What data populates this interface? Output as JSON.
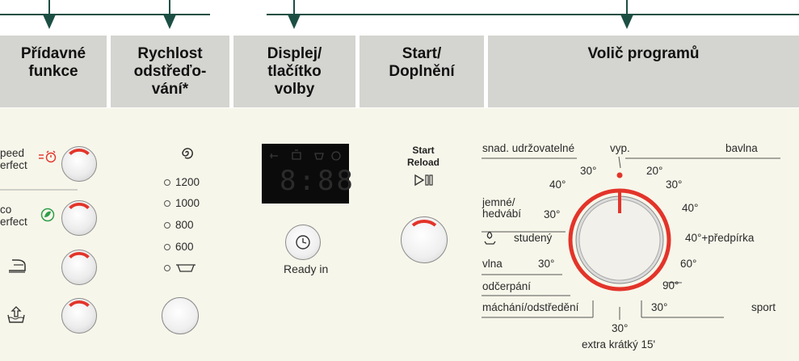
{
  "headers": {
    "additional": "Přídavné funkce",
    "spin": "Rychlost odstřeďo-vání*",
    "display": "Displej/ tlačítko volby",
    "start": "Start/ Doplnění",
    "program": "Volič programů"
  },
  "functions": {
    "speed_perfect_line1": "peed",
    "speed_perfect_line2": "erfect",
    "eco_perfect_line1": "co",
    "eco_perfect_line2": "erfect"
  },
  "spin_options": [
    "1200",
    "1000",
    "800",
    "600"
  ],
  "display": {
    "digits": "8:88",
    "ready_in_label": "Ready in"
  },
  "start": {
    "label_line1": "Start",
    "label_line2": "Reload"
  },
  "program_selector": {
    "labels": {
      "easy_care": "snad. udržovatelné",
      "off": "vyp.",
      "cotton": "bavlna",
      "easy_care_30": "30°",
      "cotton_20": "20°",
      "easy_care_40": "40°",
      "cotton_30": "30°",
      "delicate_line1": "jemné/",
      "delicate_line2": "hedvábí",
      "delicate_30": "30°",
      "cotton_40": "40°",
      "cold": "studený",
      "prewash": "40°+předpírka",
      "wool": "vlna",
      "wool_30": "30°",
      "cotton_60": "60°",
      "drain": "odčerpání",
      "cotton_90": "90°",
      "rinse_spin": "máchání/odstředění",
      "sport_30": "30°",
      "sport": "sport",
      "extra_short_30": "30°",
      "extra_short": "extra krátký 15'"
    }
  },
  "colors": {
    "accent_red": "#e3342a",
    "header_gray": "#d4d4d0",
    "panel": "#f7f6ea",
    "arrow_green": "#1c4f43",
    "eco_green": "#2f9e4a"
  }
}
